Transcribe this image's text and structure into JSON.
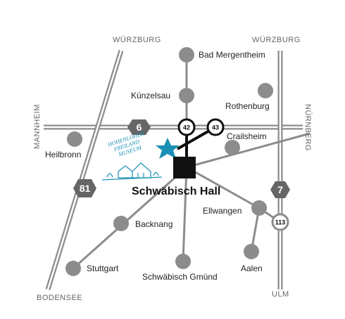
{
  "main_city": "Schwäbisch Hall",
  "directions": {
    "wuerzburg_left": "WÜRZBURG",
    "wuerzburg_right": "WÜRZBURG",
    "mannheim": "MANNHEIM",
    "nuernberg": "NÜRNBERG",
    "bodensee": "BODENSEE",
    "ulm": "ULM"
  },
  "towns": {
    "bad_mergentheim": "Bad Mergentheim",
    "kuenzelsau": "Künzelsau",
    "rothenburg": "Rothenburg",
    "crailsheim": "Crailsheim",
    "heilbronn": "Heilbronn",
    "ellwangen": "Ellwangen",
    "backnang": "Backnang",
    "stuttgart": "Stuttgart",
    "schwaebisch_gmuend": "Schwäbisch Gmünd",
    "aalen": "Aalen"
  },
  "highways": {
    "a6": "6",
    "a81": "81",
    "a7": "7"
  },
  "exits": {
    "exit_42": "42",
    "exit_43": "43",
    "exit_113": "113"
  },
  "museum": {
    "line1": "HOHENLOHER",
    "line2": "FREILAND",
    "line3": "MUSEUM"
  },
  "colors": {
    "road_gray": "#8c8c8c",
    "museum_blue": "#1a8fb4",
    "city_marker": "#111111"
  }
}
